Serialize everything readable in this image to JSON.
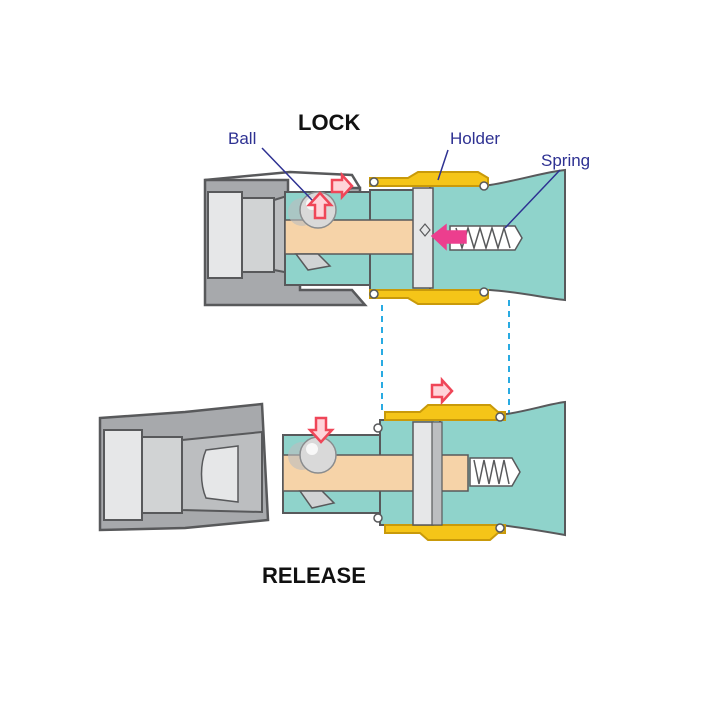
{
  "titles": {
    "lock": "LOCK",
    "release": "RELEASE"
  },
  "callouts": {
    "ball": "Ball",
    "holder": "Holder",
    "spring": "Spring"
  },
  "colors": {
    "socket_gray": "#a7a9ac",
    "socket_dark": "#58595b",
    "socket_inner": "#d1d3d4",
    "body_teal": "#8fd3cb",
    "holder_gold": "#f5c518",
    "holder_gold_dark": "#c99a0a",
    "shaft_beige": "#f6d3a8",
    "arrow_red": "#ef4658",
    "arrow_magenta": "#ec3e8e",
    "callout_blue": "#2e3192",
    "guide_blue": "#29abe2"
  },
  "icons": {
    "arrow_right": "arrow-right-icon",
    "arrow_up": "arrow-up-icon",
    "arrow_down": "arrow-down-icon",
    "arrow_left": "arrow-left-icon"
  }
}
